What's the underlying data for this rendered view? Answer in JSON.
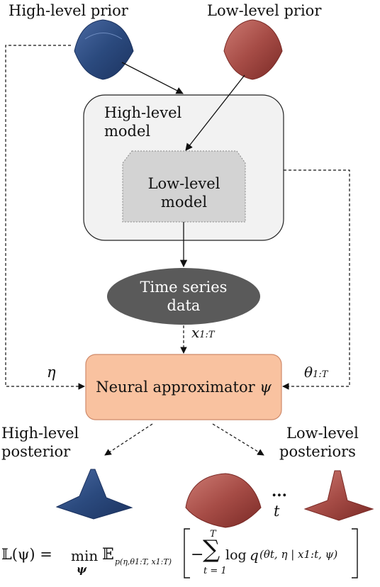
{
  "labels": {
    "high_prior": "High-level prior",
    "low_prior": "Low-level prior",
    "high_model_line1": "High-level",
    "high_model_line2": "model",
    "low_model_line1": "Low-level",
    "low_model_line2": "model",
    "ts_line1": "Time series",
    "ts_line2": "data",
    "x_main": "x",
    "x_sub": "1:T",
    "eta": "η",
    "theta_main": "θ",
    "theta_sub": "1:T",
    "approximator_text": "Neural approximator ",
    "approximator_psi": "ψ",
    "high_post_line1": "High-level",
    "high_post_line2": "posterior",
    "low_post_line1": "Low-level",
    "low_post_line2": "posteriors",
    "dots": "...",
    "t_label": "t"
  },
  "formula": {
    "L": "𝕃(ψ) =",
    "min": "min",
    "min_sub": "ψ",
    "E": "𝔼",
    "E_sub": "p(η,θ1:T, x1:T)",
    "minus": "−",
    "sum_top": "T",
    "sum_sym": "∑",
    "sum_bot": "t = 1",
    "log": "log",
    "q": "q",
    "args": "(θt, η | x1:t, ψ)"
  },
  "colors": {
    "high_surface": "#2b4a7e",
    "low_surface": "#a34a44",
    "high_model_fill": "#f2f2f2",
    "low_model_fill": "#d3d3d3",
    "ts_fill": "#5a5a5a",
    "approx_fill": "#f9c2a0",
    "approx_stroke": "#cf8a6a"
  }
}
